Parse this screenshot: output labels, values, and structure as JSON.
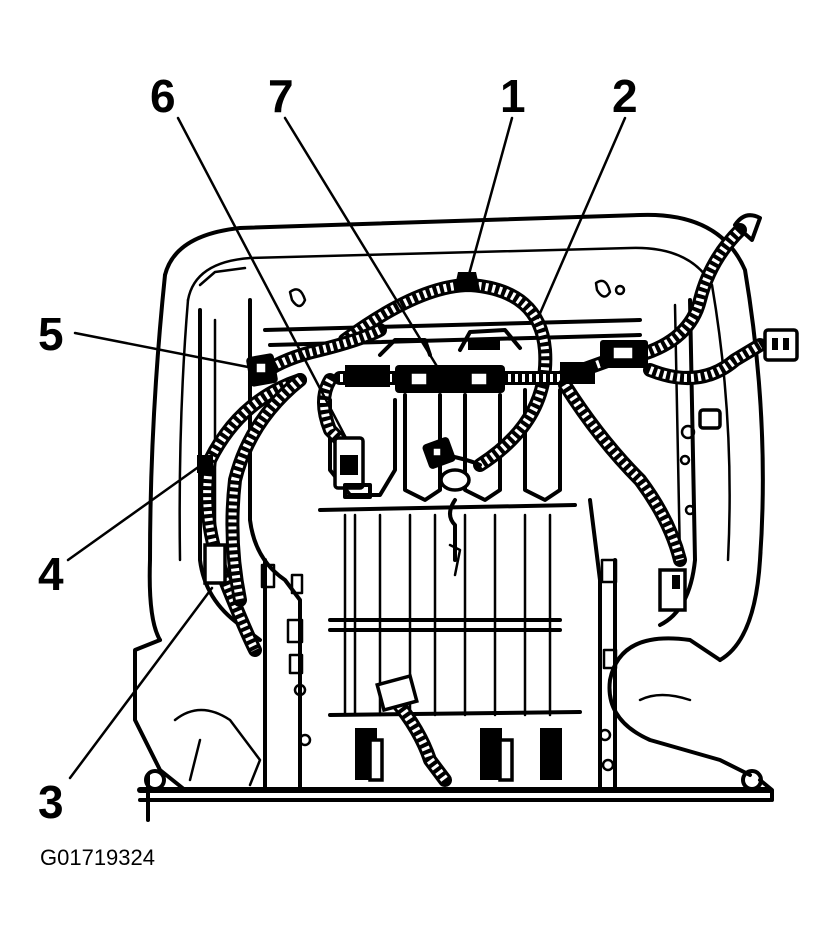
{
  "figure": {
    "id_label": "G01719324",
    "callouts": [
      {
        "n": "1",
        "label": "1"
      },
      {
        "n": "2",
        "label": "2"
      },
      {
        "n": "3",
        "label": "3"
      },
      {
        "n": "4",
        "label": "4"
      },
      {
        "n": "5",
        "label": "5"
      },
      {
        "n": "6",
        "label": "6"
      },
      {
        "n": "7",
        "label": "7"
      }
    ]
  },
  "colors": {
    "ink": "#000000",
    "paper": "#ffffff"
  }
}
